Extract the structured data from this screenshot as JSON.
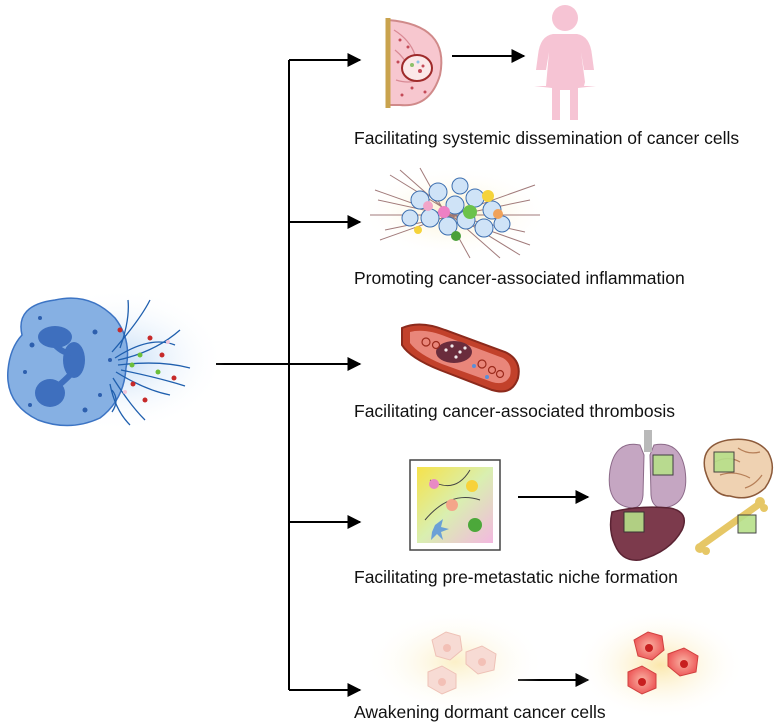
{
  "captions": [
    "Facilitating systemic dissemination of cancer cells",
    "Promoting cancer-associated inflammation",
    "Facilitating cancer-associated thrombosis",
    "Facilitating pre-metastatic niche formation",
    "Awakening dormant cancer cells"
  ],
  "colors": {
    "arrow": "#000000",
    "neutrophil": "#5b8ed6",
    "net_fibers": "#1f5fae",
    "breast_tissue": "#f7c7cf",
    "woman_silhouette": "#f6c4d4",
    "vessel": "#c2412b",
    "dormant_cell": "#f6d9d4",
    "awakened_cell": "#ee5b5b"
  },
  "icons": [
    "neutrophil-net-icon",
    "breast-tumor-icon",
    "woman-silhouette-icon",
    "inflamed-tumor-icon",
    "blood-vessel-thrombus-icon",
    "niche-microenvironment-icon",
    "lungs-icon",
    "brain-icon",
    "liver-icon",
    "bone-icon",
    "dormant-cells-icon",
    "awakened-cells-icon"
  ]
}
